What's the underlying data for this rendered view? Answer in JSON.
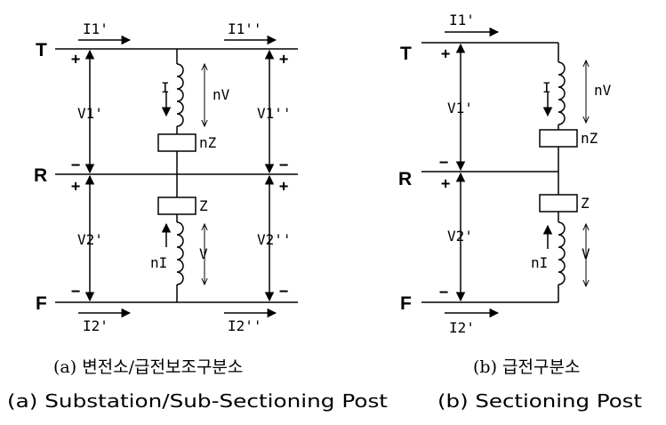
{
  "diagram_a": {
    "buses": {
      "t": "T",
      "r": "R",
      "f": "F"
    },
    "currents": {
      "i1_left": "I1'",
      "i1_right": "I1''",
      "i2_left": "I2'",
      "i2_right": "I2''"
    },
    "voltages": {
      "v1_left": "V1'",
      "v1_right": "V1''",
      "v2_left": "V2'",
      "v2_right": "V2''"
    },
    "upper_branch": {
      "current": "I",
      "voltage": "nV",
      "impedance": "nZ"
    },
    "lower_branch": {
      "current": "nI",
      "voltage": "V",
      "impedance": "Z"
    },
    "caption_ko": "(a) 변전소/급전보조구분소",
    "caption_en": "(a) Substation/Sub-Sectioning Post"
  },
  "diagram_b": {
    "buses": {
      "t": "T",
      "r": "R",
      "f": "F"
    },
    "currents": {
      "i1": "I1'",
      "i2": "I2'"
    },
    "voltages": {
      "v1": "V1'",
      "v2": "V2'"
    },
    "upper_branch": {
      "current": "I",
      "voltage": "nV",
      "impedance": "nZ"
    },
    "lower_branch": {
      "current": "nI",
      "voltage": "V",
      "impedance": "Z"
    },
    "caption_ko": "(b) 급전구분소",
    "caption_en": "(b) Sectioning Post"
  },
  "signs": {
    "plus": "+",
    "minus": "−"
  }
}
